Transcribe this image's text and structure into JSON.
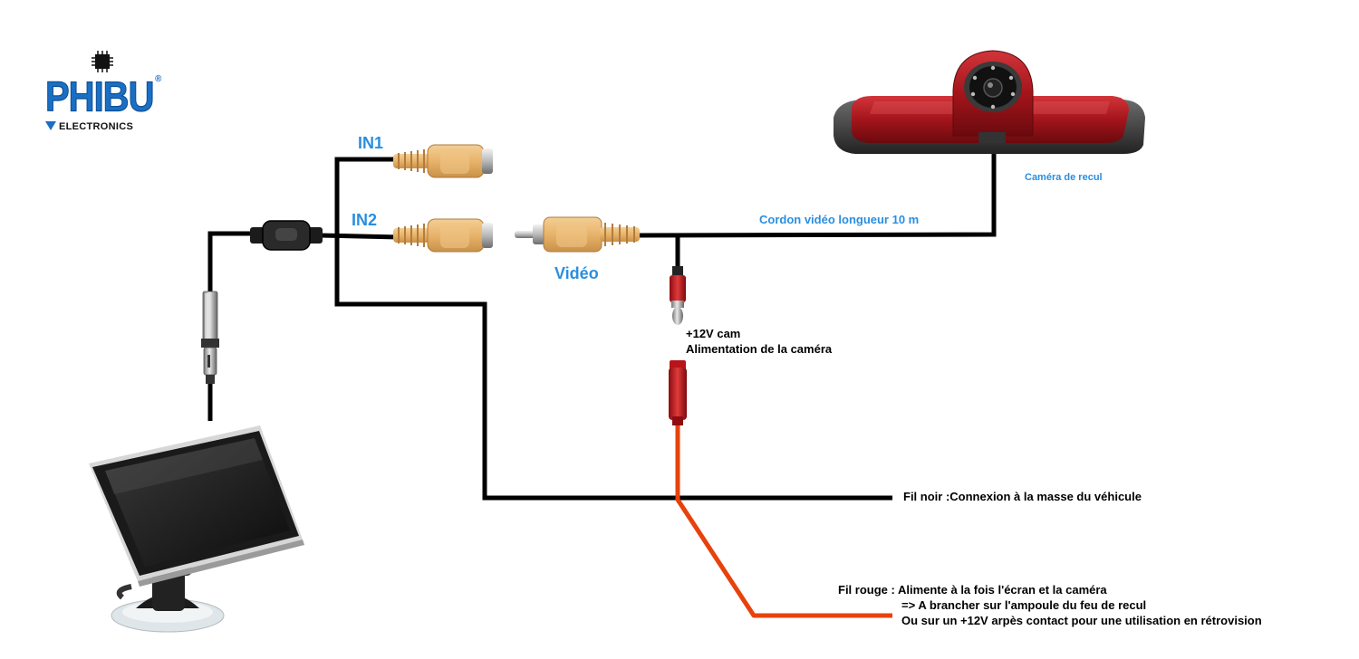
{
  "colors": {
    "label_blue": "#2a8ee0",
    "wire_black": "#000000",
    "wire_red": "#e8420c",
    "rca_yellow": "#e8b36a",
    "logo_blue": "#1a6fc4",
    "camera_red": "#9c1117"
  },
  "logo": {
    "brand": "PHIBU",
    "registered": "®",
    "sub": "ELECTRONICS",
    "icon": "chip-icon"
  },
  "labels": {
    "in1": "IN1",
    "in2": "IN2",
    "video": "Vidéo",
    "cable": "Cordon vidéo longueur 10 m",
    "camera": "Caméra de recul",
    "power_line1": "+12V cam",
    "power_line2": "Alimentation de la caméra",
    "black_wire": "Fil noir :Connexion à la masse du véhicule",
    "red_line1": "Fil rouge : Alimente à la fois l'écran et la caméra",
    "red_line2": "=> A brancher sur l'ampoule du feu de recul",
    "red_line3": "Ou sur un +12V arpès contact pour une utilisation en rétrovision"
  },
  "icons": [
    "monitor-icon",
    "reversing-camera-icon",
    "rca-female-connector-icon",
    "rca-male-connector-icon",
    "bullet-connector-icon",
    "inline-module-icon",
    "monitor-plug-icon"
  ]
}
